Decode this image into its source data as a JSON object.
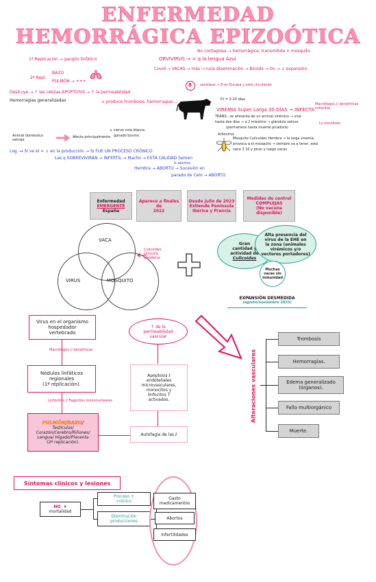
{
  "title": {
    "line1": "ENFERMEDAD",
    "line2": "HEMORRÁGICA EPIZOÓTICA"
  },
  "notes": {
    "replicacion_ganglio": "1ª Replicación → ganglio linfático",
    "replicacion2": "2ª Repl.",
    "bazo": "BAZO",
    "pulmon": "PULMÓN → +++",
    "destruye": "Destruye → ↑ las células APOPTOSIS → ↑ la permeabilidad",
    "hemorragias": "Hemorragias generalizadas",
    "trombosis": "↳ produce trombosis, hemorragias ...",
    "no_contagiosa": "No contagiosa → hemorrágica; transmitida × mosquito",
    "orvivirus": "ORVIVIRUS → = q la lengua Azul",
    "covid_vacas": "Covid → VACAS → más → nula diseminación → Bóvido → Ov → ↓ expansión",
    "circulo8": "8",
    "serotipos": "serotipos → 8 en Europa y está circulando",
    "pi": "P.I = 2-10 días",
    "viremia": "VIREMIA Super Larga 30 DÍAS → INFECTA",
    "macrofagos": "Macrófagos // dendríticas linfocitos",
    "lamovilizan": "Lo movilizan",
    "transmision": "TRANS.: se alimenta de un animal virémico → vive",
    "transmision2": "hasta dos días → a 2 intestino → glándula salivar",
    "transmision3": "(permanece hasta muerte picadura)",
    "arbovirus": "Arbovirus",
    "mosquito_nota": "Mosquito Culicoides Hembra → la larga viremia,",
    "mosquito_nota2": "provoca q el mosquito → siempre va a tener, está",
    "mosquito_nota3": "vaca 3 10 y picar y luego vacas",
    "doméstico": "Animal doméstico salvaje",
    "afecta": "Afecta principalmente",
    "ciervo": "↳ ciervo cola blanca",
    "ganado": "ganado bovino",
    "log": "Log. ↔ Si ve el = ↓ en la producción → SI FUE UN PROCESO CRÓNICO",
    "sobreviviras": "Las q SOBREVIVIRÁN → INFERTIL → Macho → ESTA CALIDAD Semen",
    "o_abortos": "& abortos",
    "hembra": "Hembra → ABORTO → Sucesión en",
    "parado": "parado de Celo → ABORTO"
  },
  "info_boxes": [
    {
      "line1": "Enfermedad",
      "line2": "EMERGENTE",
      "line3": "España"
    },
    {
      "line1": "Aparece a finales de",
      "line2": "2022"
    },
    {
      "line1": "Desde julio de 2023",
      "line2": "Extiende Península",
      "line3": "Ibérica y Francia"
    },
    {
      "line1": "Medidas de control",
      "line2": "COMPLEJAS",
      "line3": "(No vacuna",
      "line4": "disponible)"
    }
  ],
  "venn": {
    "vaca": "VACA",
    "virus": "VIRUS",
    "mosquito": "MOSQUITO",
    "culicoides": "Culicoides Límicola obsoletus"
  },
  "bubbles": {
    "gran_cantidad": [
      "Gran",
      "cantidad y",
      "actividad de",
      "Culicoides"
    ],
    "alta_presencia": [
      "Alta presencia del",
      "virus de la EHE en",
      "la zona (animales",
      "virémicos y/o",
      "vectores portadores)"
    ],
    "muchas_vacas": [
      "Muchas",
      "vacas sin",
      "inmunidad"
    ]
  },
  "expansion": {
    "line1": "EXPANSIÓN DESMEDIDA",
    "line2": "(agosto/noviembre 2023)"
  },
  "flow": {
    "virus_organismo": [
      "Virus en el organismo",
      "hospedador",
      "vertebrado"
    ],
    "small1": "Macrófagos // dendríticas",
    "nodulos": [
      "Nódulos linfáticos",
      "regionales",
      "(1ª replicación)."
    ],
    "small2": "Linfocitos // Fagocitos mononucleares",
    "pulmon_bazo": "PULMÓN/BAZO/",
    "organos": [
      "Testículos/",
      "Corazón/Cerebro/Riñones/",
      "Lengua/ Hígado/Placenta"
    ],
    "replicacion2": "(2ª replicación).",
    "permeabilidad": [
      "↑ de la",
      "permeabilidad",
      "vascular"
    ],
    "apoptosis": [
      "Apoptosis ℓ",
      "endoteliales",
      "microvasculares,",
      "monocitos y",
      "linfocitos T",
      "activados."
    ],
    "autofagia": "Autofagia de las ℓ"
  },
  "alteraciones": {
    "label": "Alteraciones vasculares",
    "items": [
      "Trombosis",
      "Hemorragias.",
      "Edema generalizado (órganos).",
      "Fallo multiorgánico",
      "Muerte."
    ]
  },
  "sintomas": {
    "header": "Síntomas clínicos y lesiones",
    "no": "NO",
    "plus": "+",
    "mortalidad": "mortalidad",
    "proceso": [
      "Proceso +",
      "crónico"
    ],
    "disminucion": [
      "Disminución",
      "producciones"
    ],
    "gasto": [
      "Gasto",
      "medicamentos"
    ],
    "abortos": "Abortos",
    "infertilidades": "Infertilidades"
  }
}
